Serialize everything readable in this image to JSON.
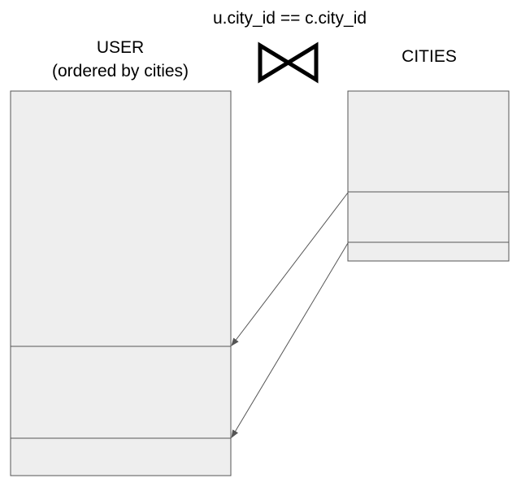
{
  "join": {
    "condition": "u.city_id == c.city_id",
    "symbol_icon": "bowtie-join-icon"
  },
  "tables": {
    "user": {
      "title": "USER",
      "subtitle": "(ordered by cities)"
    },
    "cities": {
      "title": "CITIES"
    }
  },
  "colors": {
    "table_fill": "#eeeeee",
    "table_border": "#555555",
    "arrow": "#555555",
    "text": "#000000"
  }
}
